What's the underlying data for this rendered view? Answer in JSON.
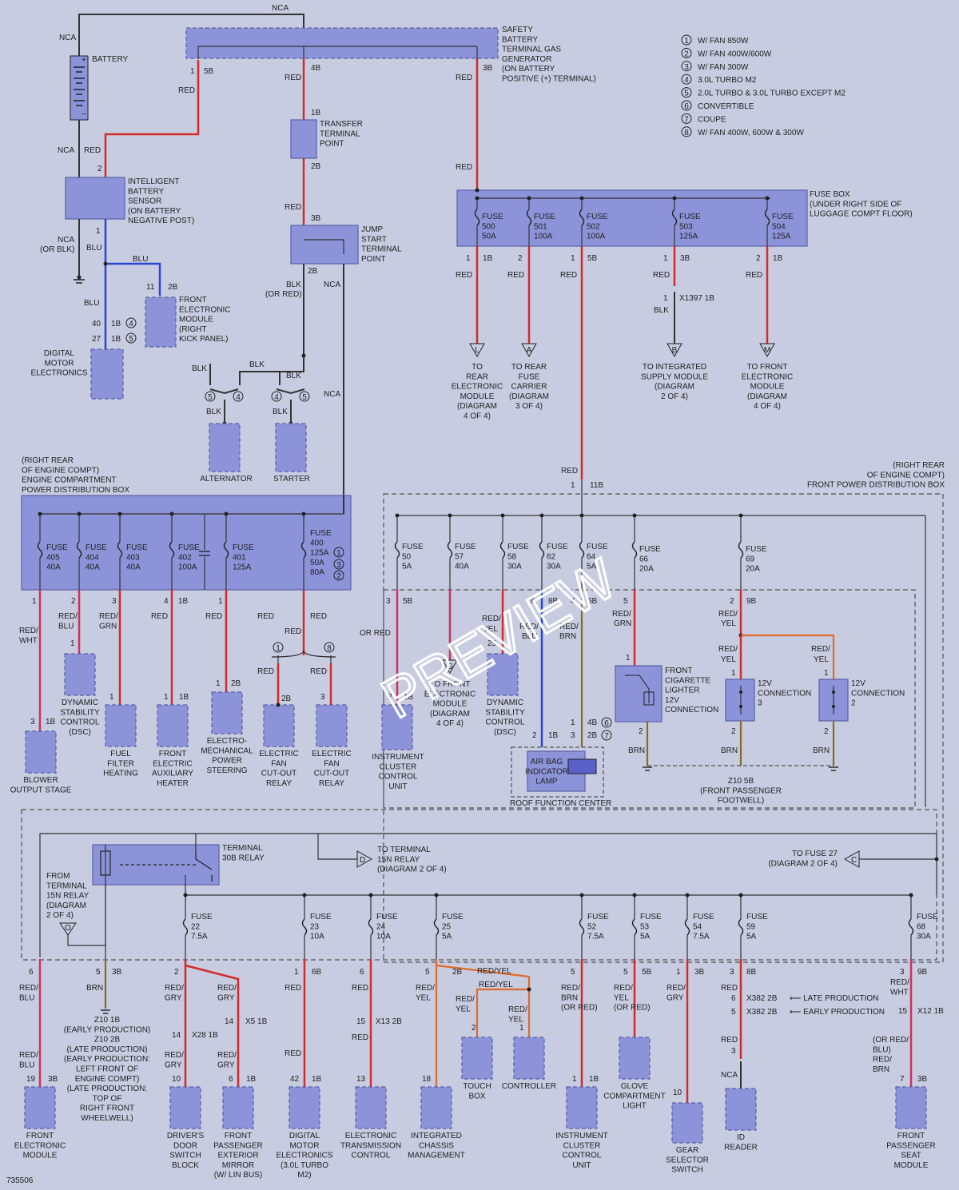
{
  "diagram_id": "735506",
  "watermark": "PREVIEW",
  "legend": [
    {
      "num": "1",
      "text": "W/ FAN 850W"
    },
    {
      "num": "2",
      "text": "W/ FAN 400W/600W"
    },
    {
      "num": "3",
      "text": "W/ FAN 300W"
    },
    {
      "num": "4",
      "text": "3.0L TURBO M2"
    },
    {
      "num": "5",
      "text": "2.0L TURBO & 3.0L TURBO EXCEPT M2"
    },
    {
      "num": "6",
      "text": "CONVERTIBLE"
    },
    {
      "num": "7",
      "text": "COUPE"
    },
    {
      "num": "8",
      "text": "W/ FAN 400W, 600W & 300W"
    }
  ],
  "components": {
    "battery": "BATTERY",
    "safety_battery": [
      "SAFETY",
      "BATTERY",
      "TERMINAL GAS",
      "GENERATOR",
      "(ON BATTERY",
      "POSITIVE (+) TERMINAL)"
    ],
    "ibs": [
      "INTELLIGENT",
      "BATTERY",
      "SENSOR",
      "(ON BATTERY",
      "NEGATIVE POST)"
    ],
    "transfer": [
      "TRANSFER",
      "TERMINAL",
      "POINT"
    ],
    "jump": [
      "JUMP",
      "START",
      "TERMINAL",
      "POINT"
    ],
    "fem": [
      "FRONT",
      "ELECTRONIC",
      "MODULE",
      "(RIGHT",
      "KICK PANEL)"
    ],
    "dme": [
      "DIGITAL",
      "MOTOR",
      "ELECTRONICS"
    ],
    "alternator": "ALTERNATOR",
    "starter": "STARTER",
    "fusebox_rear": [
      "FUSE BOX",
      "(UNDER RIGHT SIDE OF",
      "LUGGAGE COMPT FLOOR)"
    ],
    "pdb_engine": [
      "(RIGHT REAR",
      "OF ENGINE COMPT)",
      "ENGINE COMPARTMENT",
      "POWER DISTRIBUTION BOX"
    ],
    "pdb_front": [
      "(RIGHT REAR",
      "OF ENGINE COMPT)",
      "FRONT POWER DISTRIBUTION BOX"
    ],
    "terminal30b": [
      "TERMINAL",
      "30B RELAY"
    ],
    "roof": "ROOF FUNCTION CENTER",
    "airbag": [
      "AIR BAG",
      "INDICATOR",
      "LAMP"
    ],
    "cig": [
      "FRONT",
      "CIGARETTE",
      "LIGHTER",
      "12V",
      "CONNECTION"
    ],
    "conn3": [
      "12V",
      "CONNECTION",
      "3"
    ],
    "conn2": [
      "12V",
      "CONNECTION",
      "2"
    ],
    "z10_5b": [
      "Z10 5B",
      "(FRONT PASSENGER",
      "FOOTWELL)"
    ]
  },
  "rear_fuses": [
    {
      "name": "FUSE",
      "num": "500",
      "amp": "50A",
      "pin": "1",
      "conn": "1B",
      "wire": "RED",
      "dest": "L",
      "to": [
        "TO",
        "REAR",
        "ELECTRONIC",
        "MODULE",
        "(DIAGRAM",
        "4 OF 4)"
      ]
    },
    {
      "name": "FUSE",
      "num": "501",
      "amp": "100A",
      "pin": "2",
      "conn": "",
      "wire": "RED",
      "dest": "A",
      "to": [
        "TO REAR",
        "FUSE",
        "CARRIER",
        "(DIAGRAM",
        "3 OF 4)"
      ]
    },
    {
      "name": "FUSE",
      "num": "502",
      "amp": "100A",
      "pin": "1",
      "conn": "5B",
      "wire": "RED",
      "dest": "",
      "to": []
    },
    {
      "name": "FUSE",
      "num": "503",
      "amp": "125A",
      "pin": "1",
      "conn": "3B",
      "wire": "RED",
      "dest": "B",
      "to": [
        "TO INTEGRATED",
        "SUPPLY MODULE",
        "(DIAGRAM",
        "2 OF 4)"
      ]
    },
    {
      "name": "FUSE",
      "num": "504",
      "amp": "125A",
      "pin": "2",
      "conn": "1B",
      "wire": "RED",
      "dest": "M",
      "to": [
        "TO FRONT",
        "ELECTRONIC",
        "MODULE",
        "(DIAGRAM",
        "4 OF 4)"
      ]
    }
  ],
  "engine_fuses": [
    {
      "num": "405",
      "amp": "40A"
    },
    {
      "num": "404",
      "amp": "40A"
    },
    {
      "num": "403",
      "amp": "40A"
    },
    {
      "num": "402",
      "amp": "100A"
    },
    {
      "num": "401",
      "amp": "125A"
    },
    {
      "num": "400",
      "amp": "125A 50A 80A"
    }
  ],
  "engine_loads": [
    {
      "label": [
        "BLOWER",
        "OUTPUT STAGE"
      ],
      "wire": "RED/ WHT"
    },
    {
      "label": [
        "DYNAMIC",
        "STABILITY",
        "CONTROL",
        "(DSC)"
      ],
      "wire": "RED/ BLU"
    },
    {
      "label": [
        "FUEL",
        "FILTER",
        "HEATING"
      ],
      "wire": "RED/ GRN"
    },
    {
      "label": [
        "FRONT",
        "ELECTRIC",
        "AUXILIARY",
        "HEATER"
      ],
      "wire": "RED"
    },
    {
      "label": [
        "ELECTRO-",
        "MECHANICAL",
        "POWER",
        "STEERING"
      ],
      "wire": "RED"
    },
    {
      "label": [
        "ELECTRIC",
        "FAN",
        "CUT-OUT",
        "RELAY"
      ],
      "wire": "RED"
    },
    {
      "label": [
        "ELECTRIC",
        "FAN",
        "CUT-OUT",
        "RELAY"
      ],
      "wire": "RED"
    }
  ],
  "front_fuses": [
    {
      "num": "50",
      "amp": "5A"
    },
    {
      "num": "57",
      "amp": "40A"
    },
    {
      "num": "58",
      "amp": "30A"
    },
    {
      "num": "62",
      "amp": "30A"
    },
    {
      "num": "64",
      "amp": "5A"
    },
    {
      "num": "66",
      "amp": "20A"
    },
    {
      "num": "69",
      "amp": "20A"
    }
  ],
  "front_loads": [
    {
      "label": [
        "INSTRUMENT",
        "CLUSTER",
        "CONTROL",
        "UNIT"
      ]
    },
    {
      "label": [
        "TO FRONT",
        "ELECTRONIC",
        "MODULE",
        "(DIAGRAM",
        "4 OF 4)"
      ]
    },
    {
      "label": [
        "DYNAMIC",
        "STABILITY",
        "CONTROL",
        "(DSC)"
      ]
    }
  ],
  "bottom_fuses": [
    {
      "num": "22",
      "amp": "7.5A"
    },
    {
      "num": "23",
      "amp": "10A"
    },
    {
      "num": "24",
      "amp": "10A"
    },
    {
      "num": "25",
      "amp": "5A"
    },
    {
      "num": "52",
      "amp": "7.5A"
    },
    {
      "num": "53",
      "amp": "5A"
    },
    {
      "num": "54",
      "amp": "7.5A"
    },
    {
      "num": "59",
      "amp": "5A"
    },
    {
      "num": "68",
      "amp": "30A"
    }
  ],
  "bottom_loads": [
    {
      "label": [
        "FRONT",
        "ELECTRONIC",
        "MODULE"
      ]
    },
    {
      "label": [
        "DRIVER'S",
        "DOOR",
        "SWITCH",
        "BLOCK"
      ]
    },
    {
      "label": [
        "FRONT",
        "PASSENGER",
        "EXTERIOR",
        "MIRROR",
        "(W/ LIN BUS)"
      ]
    },
    {
      "label": [
        "DIGITAL",
        "MOTOR",
        "ELECTRONICS",
        "(3.0L TURBO",
        "M2)"
      ]
    },
    {
      "label": [
        "ELECTRONIC",
        "TRANSMISSION",
        "CONTROL"
      ]
    },
    {
      "label": [
        "INTEGRATED",
        "CHASSIS",
        "MANAGEMENT"
      ]
    },
    {
      "label": [
        "TOUCH",
        "BOX"
      ]
    },
    {
      "label": [
        "CONTROLLER"
      ]
    },
    {
      "label": [
        "INSTRUMENT",
        "CLUSTER",
        "CONTROL",
        "UNIT"
      ]
    },
    {
      "label": [
        "GLOVE",
        "COMPARTMENT",
        "LIGHT"
      ]
    },
    {
      "label": [
        "GEAR",
        "SELECTOR",
        "SWITCH"
      ]
    },
    {
      "label": [
        "ID",
        "READER"
      ]
    },
    {
      "label": [
        "FRONT",
        "PASSENGER",
        "SEAT",
        "MODULE"
      ]
    }
  ],
  "z10_note": [
    "Z10 1B",
    "(EARLY PRODUCTION)",
    "Z10 2B",
    "(LATE PRODUCTION)",
    "(EARLY PRODUCTION:",
    "LEFT FRONT OF",
    "ENGINE COMPT)",
    "(LATE PRODUCTION:",
    "TOP OF",
    "RIGHT FRONT",
    "WHEELWELL)"
  ],
  "from15n": [
    "FROM",
    "TERMINAL",
    "15N RELAY",
    "(DIAGRAM",
    "2 OF 4)"
  ],
  "to15n": [
    "TO TERMINAL",
    "15N RELAY",
    "(DIAGRAM 2 OF 4)"
  ],
  "tofuse27": [
    "TO FUSE 27",
    "(DIAGRAM 2 OF 4)"
  ],
  "late_prod": "LATE PRODUCTION",
  "early_prod": "EARLY PRODUCTION"
}
